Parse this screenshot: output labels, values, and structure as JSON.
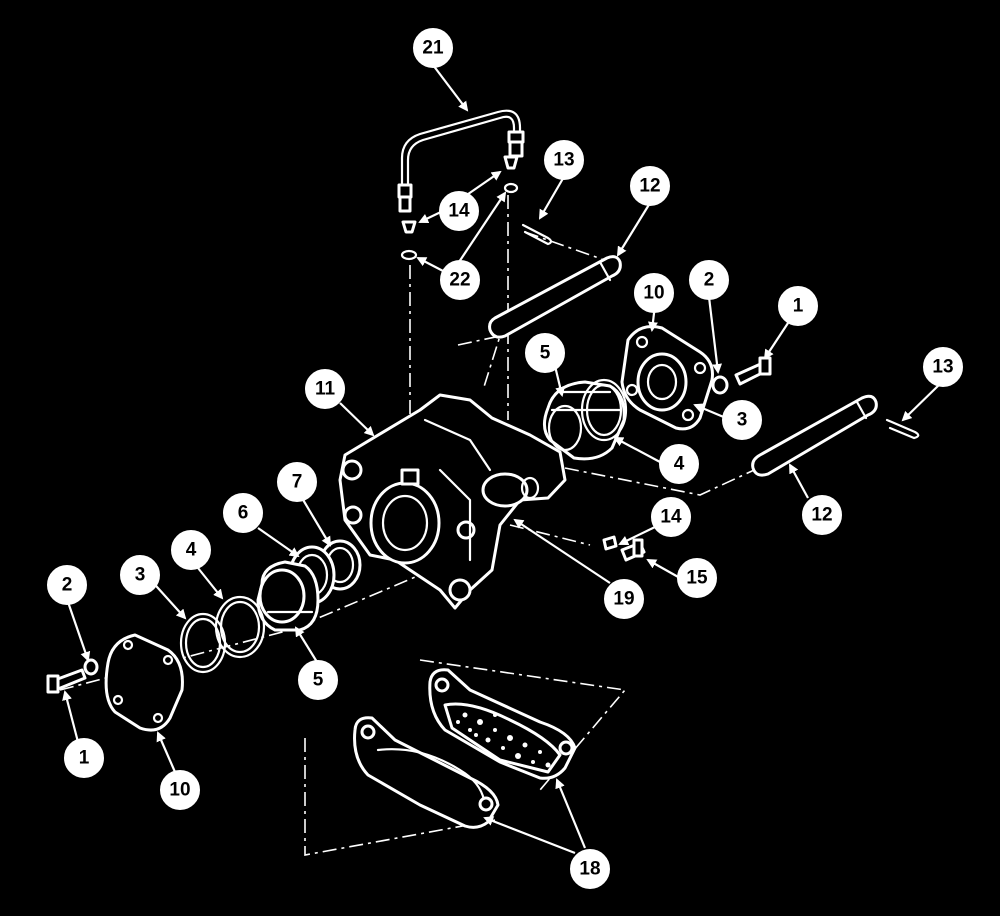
{
  "callouts": {
    "c1a": "1",
    "c1b": "1",
    "c2a": "2",
    "c2b": "2",
    "c3a": "3",
    "c3b": "3",
    "c4a": "4",
    "c4b": "4",
    "c5a": "5",
    "c5b": "5",
    "c6": "6",
    "c7": "7",
    "c10a": "10",
    "c10b": "10",
    "c11": "11",
    "c12a": "12",
    "c12b": "12",
    "c13a": "13",
    "c13b": "13",
    "c14a": "14",
    "c14b": "14",
    "c15": "15",
    "c18": "18",
    "c19": "19",
    "c21": "21",
    "c22": "22"
  },
  "colors": {
    "background": "#000000",
    "linework": "#ffffff"
  }
}
